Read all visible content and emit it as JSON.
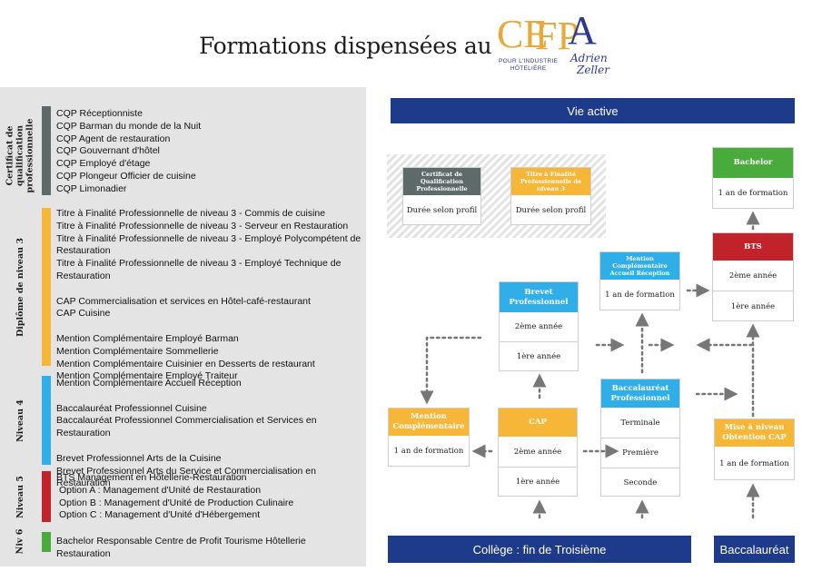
{
  "title": "Formations dispensées au",
  "logo": {
    "letters_1": "CE",
    "letters_2": "FP",
    "letter_3": "A",
    "tagline_1": "POUR L'INDUSTRIE",
    "tagline_2": "HÔTELIÈRE",
    "script_1": "Adrien",
    "script_2": "Zeller"
  },
  "colors": {
    "gray": "#5e6a6a",
    "yellow": "#f6b738",
    "blue": "#2faee8",
    "red": "#c1232b",
    "green": "#49ab3c",
    "navy": "#1e3a8a"
  },
  "categories": [
    {
      "label": "Certificat de qualification professionnelle",
      "color": "gray",
      "items": [
        "CQP Réceptionniste",
        "CQP Barman du monde de la Nuit",
        "CQP Agent de restauration",
        "CQP Gouvernant d'hôtel",
        "CQP Employé d'étage",
        "CQP Plongeur Officier de cuisine",
        "CQP Limonadier"
      ]
    },
    {
      "label": "Diplôme de niveau 3",
      "color": "yellow",
      "items": [
        "Titre à Finalité Professionnelle de niveau 3 - Commis de cuisine",
        "Titre à Finalité Professionnelle de niveau 3 - Serveur en Restauration",
        "Titre à Finalité Professionnelle de niveau 3 - Employé Polycompétent de Restauration",
        "Titre à Finalité Professionnelle de niveau 3 - Employé Technique de Restauration",
        "",
        "CAP Commercialisation et services en Hôtel-café-restaurant",
        "CAP Cuisine",
        "",
        "Mention Complémentaire Employé Barman",
        "Mention Complémentaire Sommellerie",
        "Mention Complémentaire Cuisinier en Desserts de restaurant",
        "Mention Complémentaire Employé Traiteur"
      ]
    },
    {
      "label": "Niveau 4",
      "color": "blue",
      "items": [
        "Mention Complémentaire Accueil Réception",
        "",
        "Baccalauréat Professionnel Cuisine",
        "Baccalauréat Professionnel Commercialisation et Services en Restauration",
        "",
        "Brevet Professionnel Arts de la Cuisine",
        "Brevet Professionnel Arts du Service et Commercialisation en Restauration"
      ]
    },
    {
      "label": "Niveau 5",
      "color": "red",
      "items": [
        "BTS Management en Hôtellerie-Restauration",
        " Option A : Management d'Unité de Restauration",
        " Option B : Management d'Unité de Production Culinaire",
        " Option C : Management d'Unité d'Hébergement"
      ]
    },
    {
      "label": "Niv 6",
      "color": "green",
      "items": [
        "Bachelor Responsable Centre de Profit Tourisme Hôtellerie Restauration"
      ]
    }
  ],
  "diagram": {
    "top_banner": "Vie active",
    "bottom_left_banner": "Collège : fin de Troisième",
    "bottom_right_banner": "Baccalauréat",
    "legend": [
      {
        "title": "Certificat de Qualification Professionnelle",
        "color": "gray",
        "row": "Durée selon profil"
      },
      {
        "title": "Titre à Finalité Professionnelle de niveau 3",
        "color": "yellow",
        "row": "Durée selon profil"
      }
    ],
    "bachelor": {
      "title": "Bachelor",
      "rows": [
        "1 an de formation"
      ]
    },
    "bts": {
      "title": "BTS",
      "rows": [
        "2ème année",
        "1ère année"
      ]
    },
    "mc_accueil": {
      "title": "Mention Complémentaire Accueil Réception",
      "rows": [
        "1 an de formation"
      ]
    },
    "brevet": {
      "title": "Brevet Professionnel",
      "rows": [
        "2ème année",
        "1ère année"
      ]
    },
    "bac_pro": {
      "title": "Baccalauréat Professionnel",
      "rows": [
        "Terminale",
        "Première",
        "Seconde"
      ]
    },
    "mise_niveau": {
      "title": "Mise à niveau Obtention CAP",
      "rows": [
        "1 an de formation"
      ]
    },
    "mention": {
      "title": "Mention Complémentaire",
      "rows": [
        "1 an de formation"
      ]
    },
    "cap": {
      "title": "CAP",
      "rows": [
        "2ème année",
        "1ère année"
      ]
    }
  }
}
